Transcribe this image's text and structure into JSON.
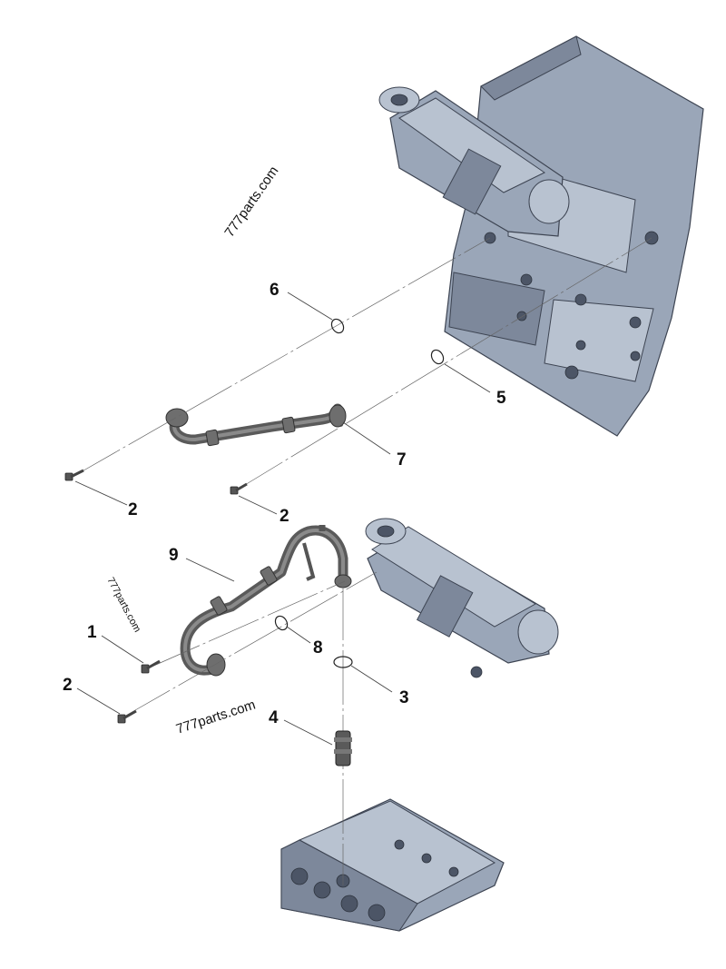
{
  "callouts": {
    "c1": "1",
    "c2a": "2",
    "c2b": "2",
    "c2c": "2",
    "c3": "3",
    "c4": "4",
    "c5": "5",
    "c6": "6",
    "c7": "7",
    "c8": "8",
    "c9": "9"
  },
  "watermarks": {
    "top": "777parts.com",
    "side": "777parts.com",
    "bottom": "777parts.com"
  }
}
